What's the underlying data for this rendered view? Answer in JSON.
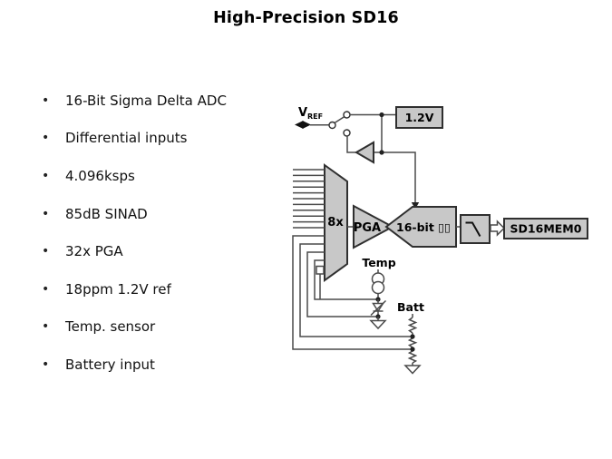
{
  "slide": {
    "title": "High-Precision SD16",
    "bullet_char": "•",
    "bullets": [
      "16-Bit Sigma Delta ADC",
      "Differential inputs",
      "4.096ksps",
      "85dB SINAD",
      "32x PGA",
      "18ppm 1.2V ref",
      "Temp. sensor",
      "Battery input"
    ]
  },
  "diagram": {
    "vref_label": "V",
    "vref_sub": "REF",
    "ref_box_label": "1.2V",
    "mux_label": "8x",
    "pga_label": "PGA",
    "adc_label": "16-bit ▯▯",
    "mem_box_label": "SD16MEM0",
    "temp_label": "Temp",
    "batt_label": "Batt"
  },
  "colors": {
    "background": "#ffffff",
    "block_fill": "#c8c8c8",
    "block_border": "#2f2f2f",
    "wire": "#4a4a4a",
    "text": "#000000"
  }
}
